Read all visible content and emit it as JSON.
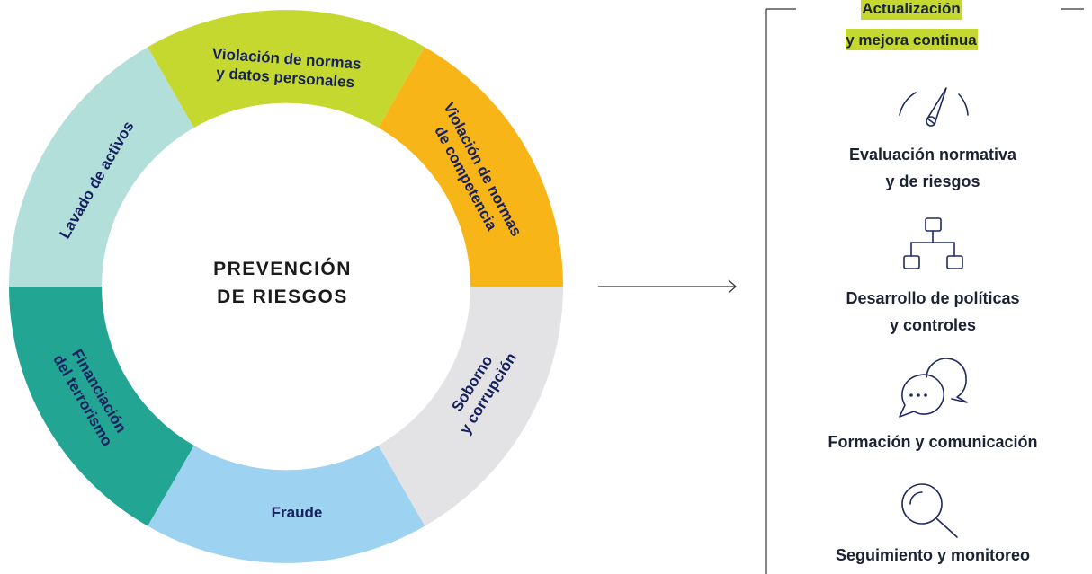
{
  "center": {
    "line1": "PREVENCIÓN",
    "line2": "DE RIESGOS"
  },
  "ring_segments": [
    {
      "id": "lavado",
      "lines": [
        "Lavado de activos"
      ],
      "color": "#b3dfdb"
    },
    {
      "id": "datos",
      "lines": [
        "Violación de normas",
        "y datos personales"
      ],
      "color": "#c5d82f"
    },
    {
      "id": "competencia",
      "lines": [
        "Violación de normas",
        "de competencia"
      ],
      "color": "#f7b518"
    },
    {
      "id": "soborno",
      "lines": [
        "Soborno",
        "y corrupción"
      ],
      "color": "#e3e3e5"
    },
    {
      "id": "fraude",
      "lines": [
        "Fraude"
      ],
      "color": "#9dd2f0"
    },
    {
      "id": "financiacion",
      "lines": [
        "Financiación",
        "del terrorismo"
      ],
      "color": "#22a593"
    }
  ],
  "panel": {
    "badge": {
      "lines": [
        "Actualización",
        "y mejora continua"
      ],
      "color": "#c5d82f"
    },
    "steps": [
      {
        "icon": "gauge-icon",
        "lines": [
          "Evaluación normativa",
          "y de riesgos"
        ]
      },
      {
        "icon": "org-chart-icon",
        "lines": [
          "Desarrollo de políticas",
          "y controles"
        ]
      },
      {
        "icon": "chat-bubbles-icon",
        "lines": [
          "Formación y comunicación"
        ]
      },
      {
        "icon": "magnifier-icon",
        "lines": [
          "Seguimiento y monitoreo"
        ]
      }
    ]
  },
  "colors": {
    "text_dark": "#16205e",
    "icon_stroke": "#1f2a60",
    "connector": "#333333"
  }
}
